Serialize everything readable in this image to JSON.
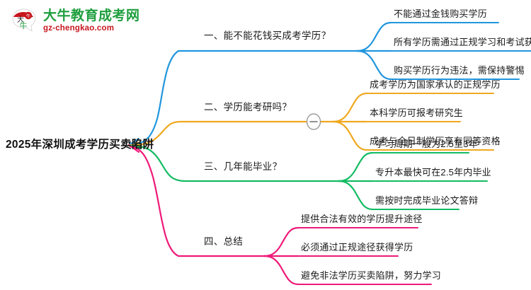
{
  "logo": {
    "name": "大牛教育成考网",
    "domain": "gz-chengkao.com",
    "mark_text": "大牛",
    "brand_green": "#1f9e3e",
    "brand_red": "#c8161d"
  },
  "mindmap": {
    "root": {
      "label": "2025年深圳成考学历买卖陷阱"
    },
    "branches": [
      {
        "label": "一、能不能花钱买成考学历？",
        "color": "#2196dd",
        "collapsed_toggle": false,
        "children": [
          {
            "label": "不能通过金钱购买学历"
          },
          {
            "label": "所有学历需通过正规学习和考试获得"
          },
          {
            "label": "购买学历行为违法，需保持警惕"
          }
        ]
      },
      {
        "label": "二、学历能考研吗？",
        "color": "#f0a81e",
        "collapsed_toggle": true,
        "toggle_symbol": "−",
        "children": [
          {
            "label": "成考学历为国家承认的正规学历"
          },
          {
            "label": "本科学历可报考研究生"
          },
          {
            "label": "成考与全日制学历享有同等资格"
          }
        ]
      },
      {
        "label": "三、几年能毕业？",
        "color": "#14bb63",
        "collapsed_toggle": false,
        "children": [
          {
            "label": "学习周期一般为2.5至3年"
          },
          {
            "label": "专升本最快可在2.5年内毕业"
          },
          {
            "label": "需按时完成毕业论文答辩"
          }
        ]
      },
      {
        "label": "四、总结",
        "color": "#ee1a78",
        "collapsed_toggle": false,
        "children": [
          {
            "label": "提供合法有效的学历提升途径"
          },
          {
            "label": "必须通过正规途径获得学历"
          },
          {
            "label": "避免非法学历买卖陷阱，努力学习"
          }
        ]
      }
    ]
  }
}
